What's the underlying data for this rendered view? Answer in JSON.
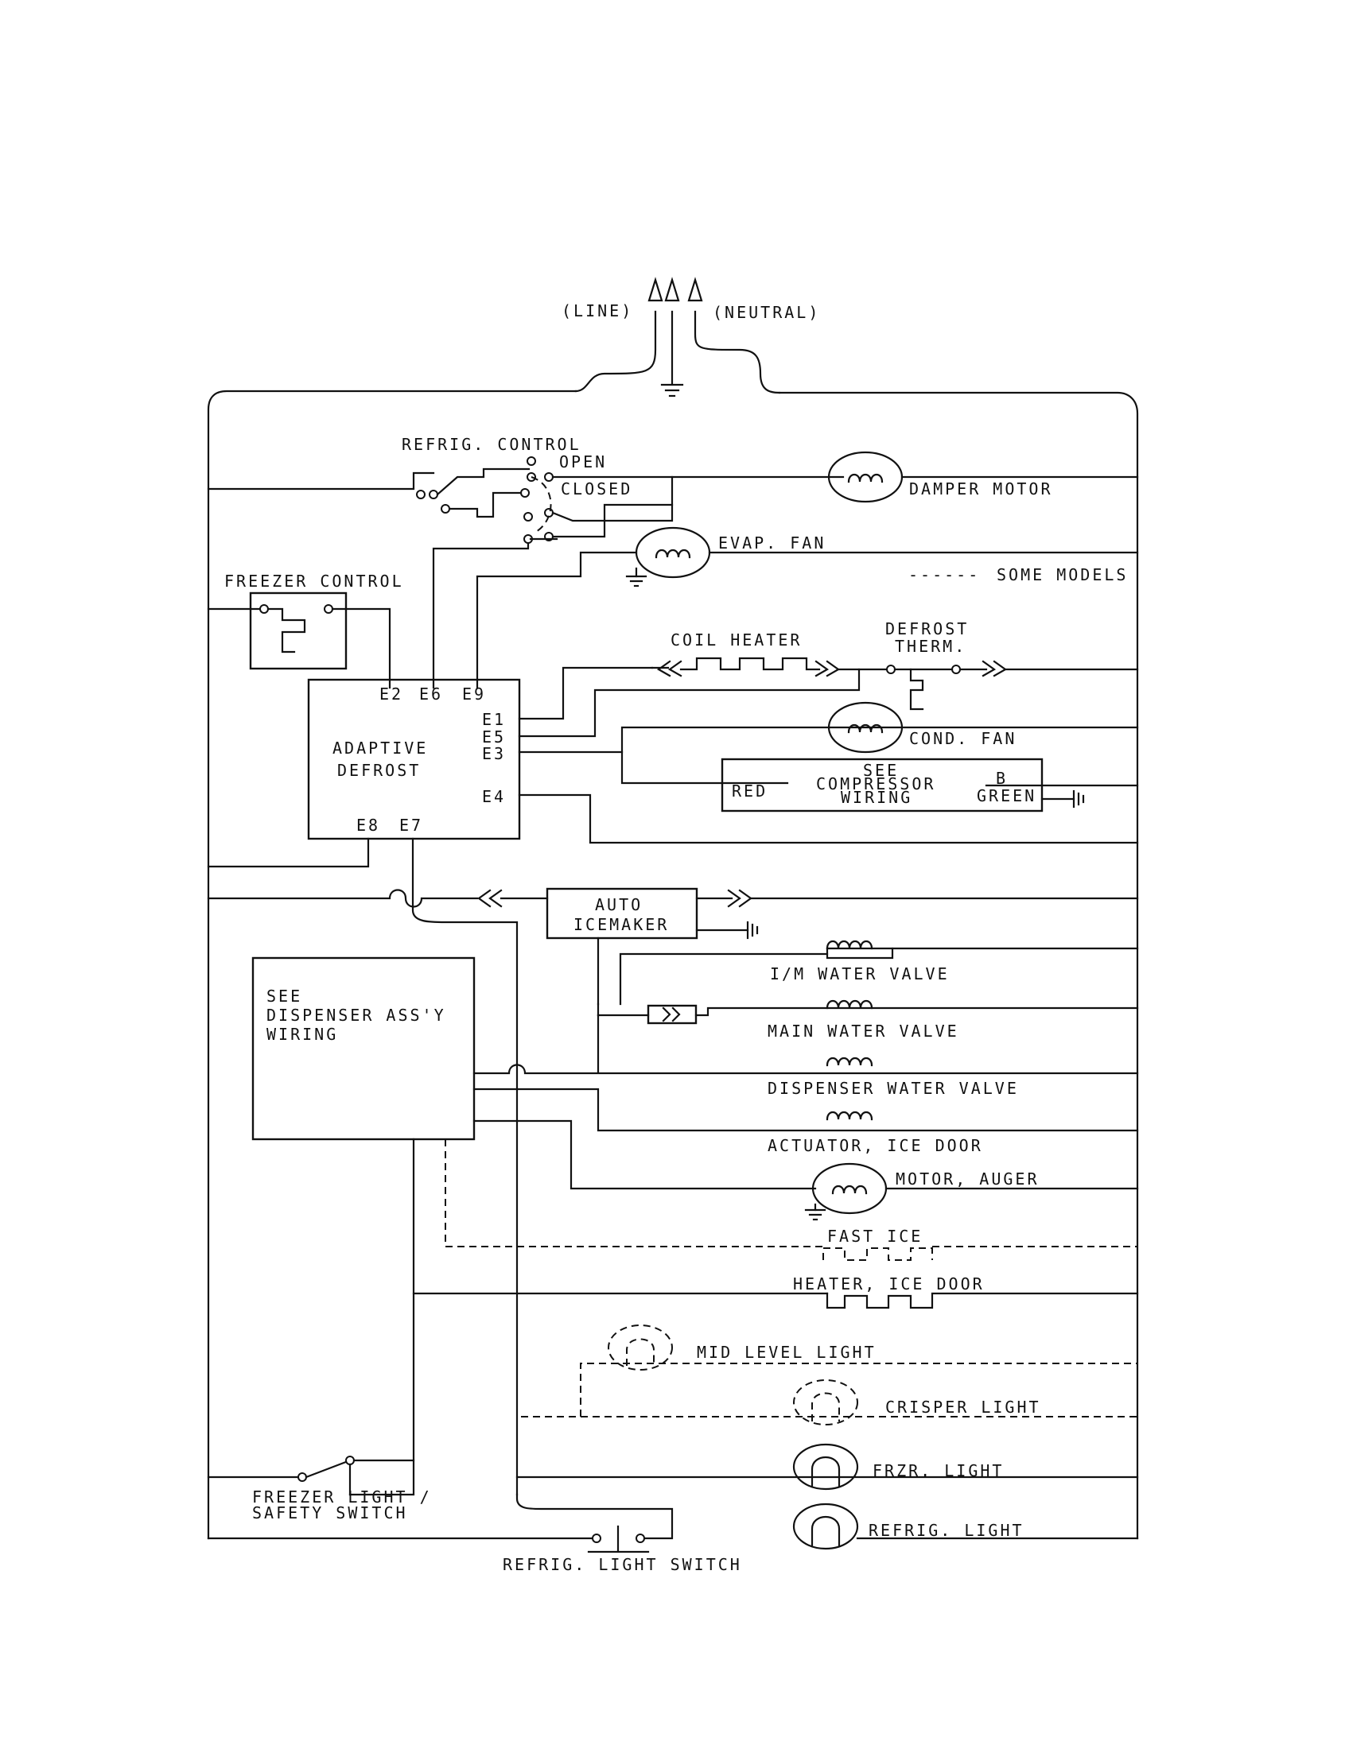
{
  "power": {
    "line": "(LINE)",
    "neutral": "(NEUTRAL)"
  },
  "legend": {
    "dash_sample": "------",
    "some_models": "SOME MODELS"
  },
  "controls": {
    "refrig_control": "REFRIG. CONTROL",
    "open": "OPEN",
    "closed": "CLOSED",
    "freezer_control": "FREEZER CONTROL"
  },
  "adaptive_defrost": {
    "title_line1": "ADAPTIVE",
    "title_line2": "DEFROST",
    "terminals": {
      "e2": "E2",
      "e6": "E6",
      "e9": "E9",
      "e1": "E1",
      "e5": "E5",
      "e3": "E3",
      "e4": "E4",
      "e8": "E8",
      "e7": "E7"
    }
  },
  "components": {
    "damper_motor": "DAMPER MOTOR",
    "evap_fan": "EVAP. FAN",
    "coil_heater": "COIL HEATER",
    "defrost_therm_line1": "DEFROST",
    "defrost_therm_line2": "THERM.",
    "cond_fan": "COND. FAN",
    "compressor_line1": "SEE",
    "compressor_line2": "COMPRESSOR",
    "compressor_line3": "WIRING",
    "red": "RED",
    "b": "B",
    "green": "GREEN",
    "auto_icemaker_line1": "AUTO",
    "auto_icemaker_line2": "ICEMAKER",
    "dispenser_line1": "SEE",
    "dispenser_line2": "DISPENSER ASS'Y",
    "dispenser_line3": "WIRING",
    "im_water_valve": "I/M WATER VALVE",
    "main_water_valve": "MAIN WATER VALVE",
    "dispenser_water_valve": "DISPENSER WATER VALVE",
    "actuator_ice_door": "ACTUATOR, ICE DOOR",
    "motor_auger": "MOTOR, AUGER",
    "fast_ice": "FAST ICE",
    "heater_ice_door": "HEATER, ICE DOOR",
    "mid_level_light": "MID LEVEL LIGHT",
    "crisper_light": "CRISPER LIGHT",
    "frzr_light": "FRZR. LIGHT",
    "refrig_light": "REFRIG. LIGHT"
  },
  "switches": {
    "freezer_light_line1": "FREEZER LIGHT /",
    "freezer_light_line2": "SAFETY SWITCH",
    "refrig_light_switch": "REFRIG. LIGHT SWITCH"
  }
}
